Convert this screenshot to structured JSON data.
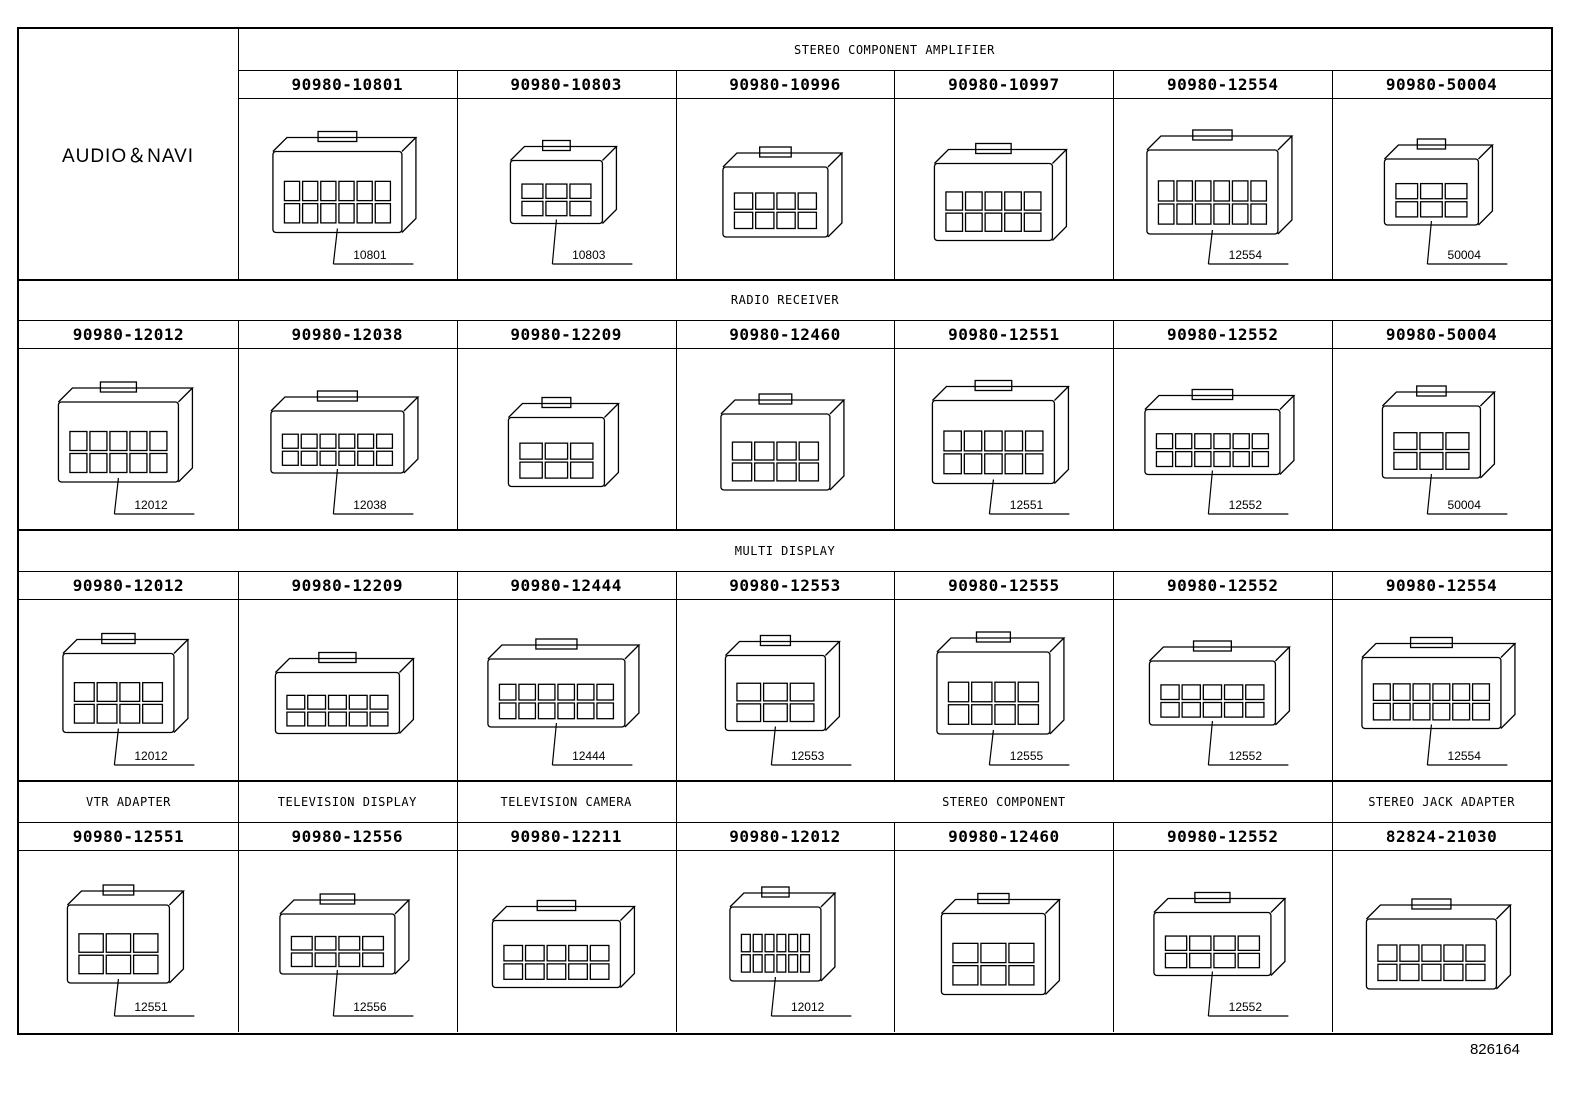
{
  "header": {
    "left_label": "AUDIO＆NAVI"
  },
  "figure_id": "826164",
  "sections": [
    {
      "groups": [
        {
          "title": "STEREO COMPONENT AMPLIFIER",
          "start": 1,
          "span": 6
        }
      ],
      "parts": [
        {
          "col": 1,
          "number": "90980-10801",
          "code": "10801",
          "icon": "connector-housing-icon"
        },
        {
          "col": 2,
          "number": "90980-10803",
          "code": "10803",
          "icon": "connector-housing-icon"
        },
        {
          "col": 3,
          "number": "90980-10996",
          "code": "",
          "icon": "connector-housing-icon"
        },
        {
          "col": 4,
          "number": "90980-10997",
          "code": "",
          "icon": "connector-housing-icon"
        },
        {
          "col": 5,
          "number": "90980-12554",
          "code": "12554",
          "icon": "connector-housing-icon"
        },
        {
          "col": 6,
          "number": "90980-50004",
          "code": "50004",
          "icon": "connector-housing-icon"
        }
      ]
    },
    {
      "groups": [
        {
          "title": "RADIO RECEIVER",
          "start": 0,
          "span": 7
        }
      ],
      "parts": [
        {
          "col": 0,
          "number": "90980-12012",
          "code": "12012",
          "icon": "connector-housing-icon"
        },
        {
          "col": 1,
          "number": "90980-12038",
          "code": "12038",
          "icon": "connector-housing-icon"
        },
        {
          "col": 2,
          "number": "90980-12209",
          "code": "",
          "icon": "connector-housing-icon"
        },
        {
          "col": 3,
          "number": "90980-12460",
          "code": "",
          "icon": "connector-housing-icon"
        },
        {
          "col": 4,
          "number": "90980-12551",
          "code": "12551",
          "icon": "connector-housing-icon"
        },
        {
          "col": 5,
          "number": "90980-12552",
          "code": "12552",
          "icon": "connector-housing-icon"
        },
        {
          "col": 6,
          "number": "90980-50004",
          "code": "50004",
          "icon": "connector-housing-icon"
        }
      ]
    },
    {
      "groups": [
        {
          "title": "MULTI DISPLAY",
          "start": 0,
          "span": 7
        }
      ],
      "parts": [
        {
          "col": 0,
          "number": "90980-12012",
          "code": "12012",
          "icon": "connector-housing-icon"
        },
        {
          "col": 1,
          "number": "90980-12209",
          "code": "",
          "icon": "connector-housing-icon"
        },
        {
          "col": 2,
          "number": "90980-12444",
          "code": "12444",
          "icon": "connector-housing-icon"
        },
        {
          "col": 3,
          "number": "90980-12553",
          "code": "12553",
          "icon": "connector-housing-icon"
        },
        {
          "col": 4,
          "number": "90980-12555",
          "code": "12555",
          "icon": "connector-housing-icon"
        },
        {
          "col": 5,
          "number": "90980-12552",
          "code": "12552",
          "icon": "connector-housing-icon"
        },
        {
          "col": 6,
          "number": "90980-12554",
          "code": "12554",
          "icon": "connector-housing-icon"
        }
      ]
    },
    {
      "groups": [
        {
          "title": "VTR ADAPTER",
          "start": 0,
          "span": 1
        },
        {
          "title": "TELEVISION DISPLAY",
          "start": 1,
          "span": 1
        },
        {
          "title": "TELEVISION CAMERA",
          "start": 2,
          "span": 1
        },
        {
          "title": "STEREO COMPONENT",
          "start": 3,
          "span": 3
        },
        {
          "title": "STEREO JACK ADAPTER",
          "start": 6,
          "span": 1
        }
      ],
      "parts": [
        {
          "col": 0,
          "number": "90980-12551",
          "code": "12551",
          "icon": "connector-housing-icon"
        },
        {
          "col": 1,
          "number": "90980-12556",
          "code": "12556",
          "icon": "connector-housing-icon"
        },
        {
          "col": 2,
          "number": "90980-12211",
          "code": "",
          "icon": "connector-housing-icon"
        },
        {
          "col": 3,
          "number": "90980-12012",
          "code": "12012",
          "icon": "connector-housing-icon"
        },
        {
          "col": 4,
          "number": "90980-12460",
          "code": "",
          "icon": "connector-housing-icon"
        },
        {
          "col": 5,
          "number": "90980-12552",
          "code": "12552",
          "icon": "connector-housing-icon"
        },
        {
          "col": 6,
          "number": "82824-21030",
          "code": "",
          "icon": "connector-housing-icon"
        }
      ]
    }
  ]
}
